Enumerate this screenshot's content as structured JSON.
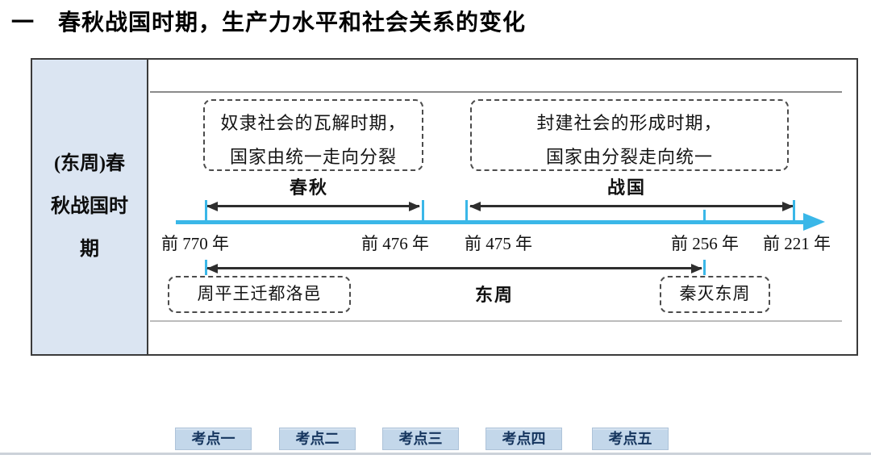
{
  "header": {
    "title": "一　春秋战国时期，生产力水平和社会关系的变化"
  },
  "sidebar": {
    "label": "(东周)春秋战国时期"
  },
  "diagram": {
    "era_top": [
      {
        "desc_line1": "奴隶社会的瓦解时期，",
        "desc_line2": "国家由统一走向分裂",
        "label": "春秋"
      },
      {
        "desc_line1": "封建社会的形成时期，",
        "desc_line2": "国家由分裂走向统一",
        "label": "战国"
      }
    ],
    "dates": [
      "前 770 年",
      "前 476 年",
      "前 475 年",
      "前 256 年",
      "前 221 年"
    ],
    "eastern_zhou": {
      "start_event": "周平王迁都洛邑",
      "span_label": "东周",
      "end_event": "秦灭东周"
    }
  },
  "footer": {
    "buttons": [
      "考点一",
      "考点二",
      "考点三",
      "考点四",
      "考点五"
    ]
  },
  "colors": {
    "timeline_cyan": "#3ab7e8",
    "sidebar_bg": "#dbe5f2",
    "button_bg": "#c3d7ea",
    "button_text": "#15355e"
  }
}
